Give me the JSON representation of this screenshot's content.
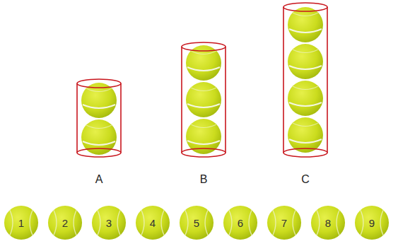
{
  "diagram": {
    "nodes": [
      {
        "text": [
          "A"
        ]
      },
      {
        "text": [
          "B"
        ]
      },
      {
        "text": [
          "C"
        ]
      },
      {
        "text": [
          "1"
        ]
      },
      {
        "text": [
          "2"
        ]
      },
      {
        "text": [
          "3"
        ]
      },
      {
        "text": [
          "4"
        ]
      },
      {
        "text": [
          "5"
        ]
      },
      {
        "text": [
          "6"
        ]
      },
      {
        "text": [
          "7"
        ]
      },
      {
        "text": [
          "8"
        ]
      },
      {
        "text": [
          "9"
        ]
      }
    ]
  }
}
